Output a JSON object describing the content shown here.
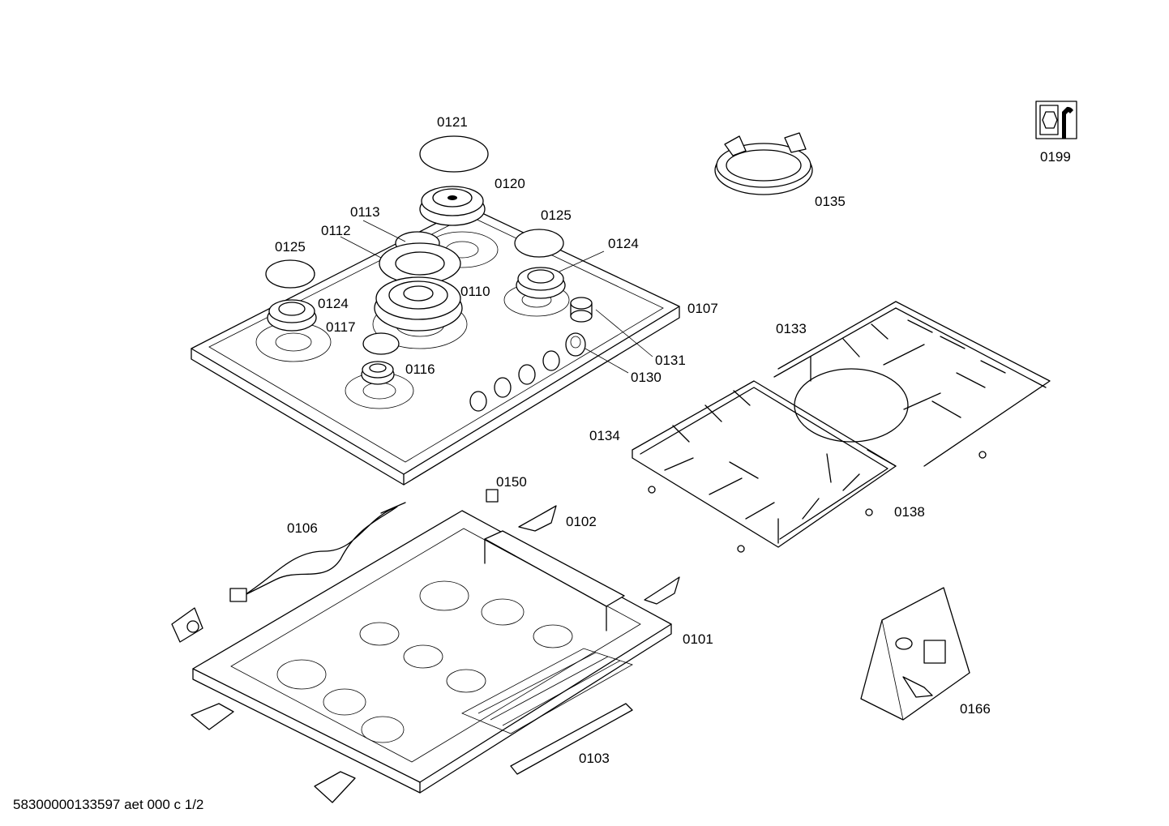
{
  "footer": "58300000133597 aet 000 c 1/2",
  "parts": {
    "p0121": "0121",
    "p0120": "0120",
    "p0113": "0113",
    "p0112": "0112",
    "p0125a": "0125",
    "p0125b": "0125",
    "p0124a": "0124",
    "p0124b": "0124",
    "p0110": "0110",
    "p0117": "0117",
    "p0116": "0116",
    "p0107": "0107",
    "p0131": "0131",
    "p0130": "0130",
    "p0135": "0135",
    "p0199": "0199",
    "p0133": "0133",
    "p0134": "0134",
    "p0138": "0138",
    "p0150": "0150",
    "p0102": "0102",
    "p0106": "0106",
    "p0101": "0101",
    "p0103": "0103",
    "p0166": "0166"
  }
}
